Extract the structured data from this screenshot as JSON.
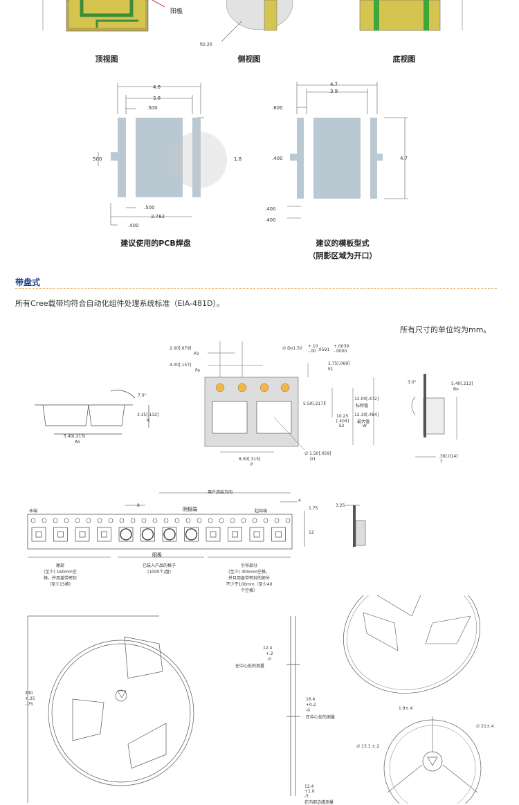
{
  "top_views": {
    "anode_label": "阳极",
    "radius_label": "R2.26",
    "captions": [
      "顶视图",
      "侧视图",
      "底视图"
    ]
  },
  "pads": {
    "pcb": {
      "caption": "建议使用的PCB焊盘",
      "dims": [
        "4.8",
        "3.8",
        ".500",
        "500",
        "1.8",
        ".500",
        "2.782",
        ".400"
      ]
    },
    "stencil": {
      "caption": "建议的模板型式",
      "subcaption": "（阴影区域为开口）",
      "dims": [
        "4.7",
        "3.9",
        ".600",
        ".400",
        "4.7",
        ".400",
        ".400"
      ]
    }
  },
  "tape_section": {
    "title": "带盘式",
    "description": "所有Cree载带均符合自动化组件处理系统标准（EIA-481D）。",
    "units_note": "所有尺寸的单位均为mm。"
  },
  "tape_drawing": {
    "labels": {
      "p2": "2.00[.079]",
      "p2_sym": "P2",
      "po": "4.00[.157]",
      "po_sym": "Po",
      "do": "∅ Do1.50",
      "do_tol": "+.10 -.00",
      "do_in": ".0591",
      "do_in_tol": "+.0039 -.0000",
      "e1": "1.75[.069]",
      "e1_sym": "E1",
      "f": "5.50[.217]",
      "f_sym": "F",
      "w12": "12.00[.472]",
      "w12_sub": "标称值",
      "w1230": "12.30[.484]",
      "w_sub": "最大值",
      "w_sym": "W",
      "e2": "10.25",
      "e2_in": "[.404]",
      "e2_sym": "E2",
      "d1": "∅ 1.50[.059]",
      "d1_sym": "D1",
      "p": "8.00[.315]",
      "p_sym": "P",
      "ao": "5.40[.213]",
      "ao_sym": "Ao",
      "k": "3.35[.132]",
      "k_sym": "K",
      "angle": "7.0°",
      "angle2": "3.0°",
      "bo": "5.40[.213]",
      "bo_sym": "Bo",
      "t": ".36[.014]",
      "t_sym": "T"
    }
  },
  "reel_strip": {
    "direction": "用户进给方向",
    "end_label": "末端",
    "cathode_side": "阴极端",
    "start_label": "起始端",
    "dim8": "8",
    "dim4": "4",
    "dim175": "1.75",
    "dim12": "12",
    "dim325": "3.25",
    "anode": "阳极",
    "trailer": "尾部\n(至少) 160mm空\n格，并用盖带密封\n(至少15格)",
    "loaded": "已装入产品的格子\n(1000个/盘)",
    "leader": "引导部分\n(至少) 400mm空格，\n并且用盖带密封的部分\n不少于100mm（至少40\n个空格）"
  },
  "reel": {
    "dia": "330",
    "dia_tol1": "+.25",
    "dia_tol2": "-.75",
    "w124": "12.4",
    "w124_t1": "+.2",
    "w124_t2": "-0",
    "w124_note": "在中心处的测量",
    "w164": "16.4",
    "w164_t1": "+0.2",
    "w164_t2": "-0",
    "w164_note": "在中心处的测量",
    "w124b": "12.4",
    "w124b_t1": "+1.0",
    "w124b_t2": "-5",
    "w124b_note": "在内部边缘测量",
    "hub1": "1.9±.4",
    "hub2": "∅ 21±.4",
    "hub3": "∅ 13.1 ±.2"
  },
  "colors": {
    "pad_fill": "#b9c8d1",
    "section_title": "#1f3e8a",
    "dotline": "#e5a04a",
    "pkg_yellow": "#d8c24a",
    "pkg_green": "#3ea63a",
    "tape_hole": "#f3b646"
  }
}
